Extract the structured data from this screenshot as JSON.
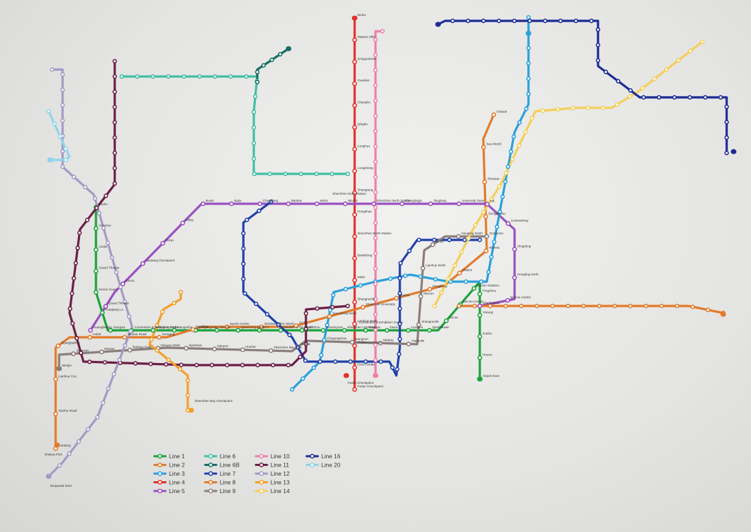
{
  "lines": [
    {
      "id": "L1",
      "name": "Line 1",
      "color": "#1aa33a"
    },
    {
      "id": "L2",
      "name": "Line 2",
      "color": "#e27a2a"
    },
    {
      "id": "L3",
      "name": "Line 3",
      "color": "#2aa0dc"
    },
    {
      "id": "L4",
      "name": "Line 4",
      "color": "#e0322b"
    },
    {
      "id": "L5",
      "name": "Line 5",
      "color": "#9a4fc0"
    },
    {
      "id": "L6",
      "name": "Line 6",
      "color": "#3fbfa4"
    },
    {
      "id": "L6B",
      "name": "Line 6B",
      "color": "#166e63"
    },
    {
      "id": "L7",
      "name": "Line 7",
      "color": "#1f3faa"
    },
    {
      "id": "L8",
      "name": "Line 8",
      "color": "#e27a2a"
    },
    {
      "id": "L9",
      "name": "Line 9",
      "color": "#8a7e7c"
    },
    {
      "id": "L10",
      "name": "Line 10",
      "color": "#ef7fa8"
    },
    {
      "id": "L11",
      "name": "Line 11",
      "color": "#6b1e44"
    },
    {
      "id": "L12",
      "name": "Line 12",
      "color": "#a49ac5"
    },
    {
      "id": "L13",
      "name": "Line 13",
      "color": "#f2a02a"
    },
    {
      "id": "L14",
      "name": "Line 14",
      "color": "#f4cf5a"
    },
    {
      "id": "L16",
      "name": "Line 16",
      "color": "#1c2a93"
    },
    {
      "id": "L20",
      "name": "Line 20",
      "color": "#8fd4ea"
    }
  ],
  "stations": {
    "L1": [
      "Luohu",
      "Guomao",
      "Laojie",
      "Grand Theater",
      "Kexue Guan",
      "Huaqiang Lu",
      "Gangxia",
      "Convention & Exhibition Center",
      "Shopping Park",
      "Xiangmihu",
      "Chegongmiao",
      "Zhuzilin",
      "Qiaocheng East",
      "OCT",
      "Window of the World",
      "Baishizhou",
      "Gaoxinyuan",
      "Shenzhen University",
      "Taoyuan",
      "Daxin",
      "Liyumen",
      "Qianhaiwan",
      "Xin'an",
      "Bao'an Center",
      "Bao'an Stadium",
      "Pingzhou",
      "Xixiang",
      "Gushu",
      "Hourui",
      "Airport East"
    ],
    "L2": [
      "Liantang",
      "Xianhu Road",
      "Lianhua Cun",
      "Huangbeiling",
      "Hubei",
      "Yantian Road",
      "Sungang",
      "Hongling",
      "Sports Center",
      "Window of the World",
      "OCT",
      "Qiaocheng North",
      "Shenzhen University",
      "Houhai",
      "Dengliang",
      "Haiyue",
      "Wanxia",
      "Dongjiaotou",
      "Shuiwan",
      "Sea World",
      "Chiwan"
    ],
    "L4": [
      "Niuhu",
      "Mission Hills",
      "Songyuanxia",
      "Guanlan",
      "Changhu",
      "Qinghu",
      "Longhua",
      "Longsheng",
      "Shangtang",
      "Hongshan",
      "Shenzhen North Station",
      "Baishilong",
      "Minle",
      "Shangmeilin",
      "Lianhua North",
      "Children's Palace",
      "Civic Center",
      "Futian Checkpoint"
    ],
    "L5": [
      "Huangbeiling",
      "Grand Theater",
      "Xinxiu",
      "Liantang Checkpoint",
      "Tai'an",
      "Yijing",
      "Buxin",
      "Bujiu",
      "Changlong",
      "Bantian",
      "Wuhe",
      "Minzhi",
      "Shenzhen North Station",
      "Changlingpi",
      "Tanglang",
      "University Town",
      "Xili",
      "Liuxiandong",
      "Xingdong",
      "Hongling North",
      "Bao'an Center",
      "Qianhaiwan"
    ],
    "L9": [
      "Wenjin",
      "Qianwan",
      "Mawan",
      "Railway Park",
      "Nanyou West",
      "Nanshan",
      "Nanyou",
      "Houhai",
      "Shenzhen Bay Park",
      "Xiasha",
      "Chegongmiao",
      "Xiangmei",
      "Meijing",
      "Xiameilin",
      "Shangmeilin",
      "Meicun",
      "Lianhua North",
      "Yinhu",
      "Hongling North",
      "Dongmen"
    ]
  },
  "legend": [
    "Line 1",
    "Line 2",
    "Line 3",
    "Line 4",
    "Line 5",
    "Line 6",
    "Line 6B",
    "Line 7",
    "Line 8",
    "Line 9",
    "Line 10",
    "Line 11",
    "Line 12",
    "Line 13",
    "Line 14",
    "Line 16",
    "Line 20"
  ],
  "labels_sample": [
    {
      "t": "Shenzhen North Station",
      "line": "L4"
    },
    {
      "t": "Convention & Exhibition Center",
      "line": "L1"
    },
    {
      "t": "Futian Checkpoint",
      "line": "L4"
    },
    {
      "t": "Shenzhen Bay Checkpoint",
      "line": "L13"
    },
    {
      "t": "Shekou Port",
      "line": "L2"
    },
    {
      "t": "Zuopaotai East",
      "line": "L12"
    }
  ]
}
